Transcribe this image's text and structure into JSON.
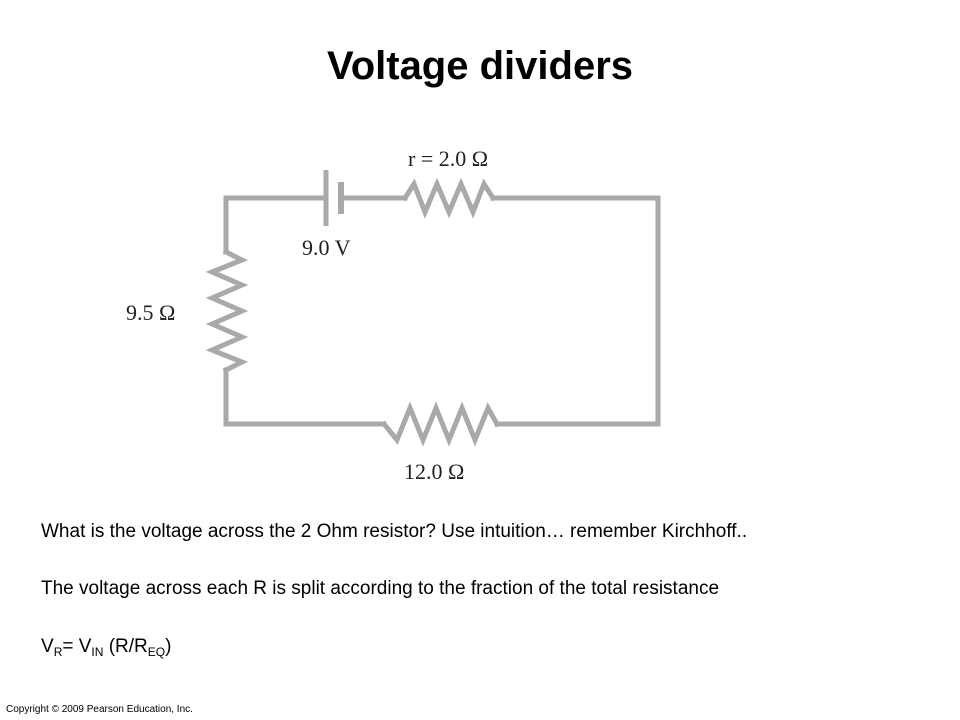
{
  "slide": {
    "title": "Voltage dividers",
    "circuit": {
      "internal_resistor_label": "r = 2.0 Ω",
      "battery_label": "9.0 V",
      "left_resistor_label": "9.5 Ω",
      "bottom_resistor_label": "12.0 Ω",
      "wire_color": "#a9a9a9"
    },
    "question_text": "What is the voltage across the 2 Ohm resistor? Use intuition… remember Kirchhoff..",
    "explanation_text": "The voltage across each R is split according to the fraction of the total resistance",
    "formula": {
      "v": "V",
      "r_sub": "R",
      "equals": "= V",
      "in_sub": "IN",
      "paren_open": " (R/R",
      "eq_sub": "EQ",
      "paren_close": ")"
    },
    "copyright": "Copyright © 2009 Pearson Education, Inc."
  }
}
